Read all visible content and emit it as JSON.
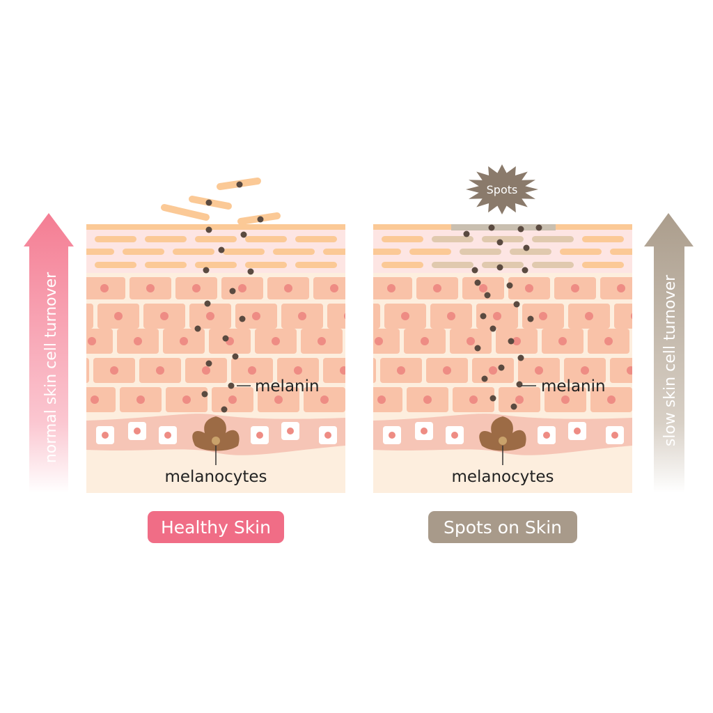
{
  "panels": {
    "healthy": {
      "caption": "Healthy Skin",
      "melanin_label": "melanin",
      "melanocytes_label": "melanocytes",
      "arrow_label": "normal skin  cell turnover"
    },
    "spots": {
      "caption": "Spots on Skin",
      "melanin_label": "melanin",
      "melanocytes_label": "melanocytes",
      "arrow_label": "slow  skin  cell turnover",
      "burst_label": "Spots"
    }
  },
  "colors": {
    "healthy_accent": "#f06d86",
    "spots_accent": "#a89a8a",
    "cell_fill": "#f9c2a8",
    "cell_nucleus": "#ee8c84",
    "stratum_line": "#fbc996",
    "stratum_bg": "#fde5e3",
    "skin_bg": "#fdeede",
    "melanin_dot": "#5a4a40",
    "melanocyte": "#9c6b45",
    "spot_stain": "#c9bfb0",
    "spot_line": "#e0c9ae",
    "text": "#222222"
  }
}
